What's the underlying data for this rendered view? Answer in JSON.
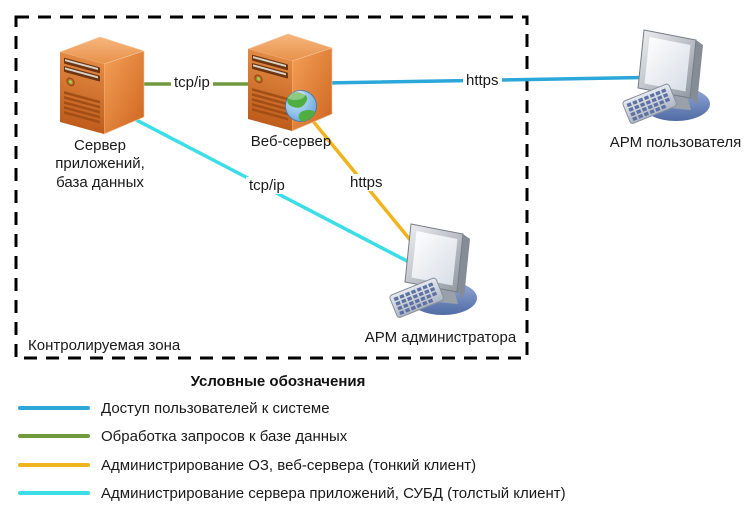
{
  "diagram": {
    "zone_label": "Контролируемая зона",
    "nodes": {
      "app_server": {
        "label_line1": "Сервер приложений,",
        "label_line2": "база данных",
        "icon": "server-tower-icon"
      },
      "web_server": {
        "label": "Веб-сервер",
        "icon": "server-tower-icon-with-globe"
      },
      "user_arm": {
        "label": "АРМ пользователя",
        "icon": "desktop-workstation-icon"
      },
      "admin_arm": {
        "label": "АРМ администратора",
        "icon": "desktop-workstation-icon"
      }
    },
    "connections": {
      "db_link": {
        "label": "tcp/ip",
        "color": "#6f9b3c"
      },
      "user_link": {
        "label": "https",
        "color": "#2ba7d9"
      },
      "admin_thin_link": {
        "label": "https",
        "color": "#f0b41e"
      },
      "admin_thick_link": {
        "label": "tcp/ip",
        "color": "#3bdde6"
      }
    },
    "border_color": "#000000"
  },
  "legend": {
    "title": "Условные обозначения",
    "items": [
      {
        "label": "Доступ пользователей к системе",
        "color": "#2ba7d9"
      },
      {
        "label": "Обработка запросов к базе данных",
        "color": "#6f9b3c"
      },
      {
        "label": "Администрирование ОЗ, веб-сервера (тонкий клиент)",
        "color": "#f0b41e"
      },
      {
        "label": "Администрирование сервера приложений, СУБД (толстый клиент)",
        "color": "#3bdde6"
      }
    ]
  }
}
